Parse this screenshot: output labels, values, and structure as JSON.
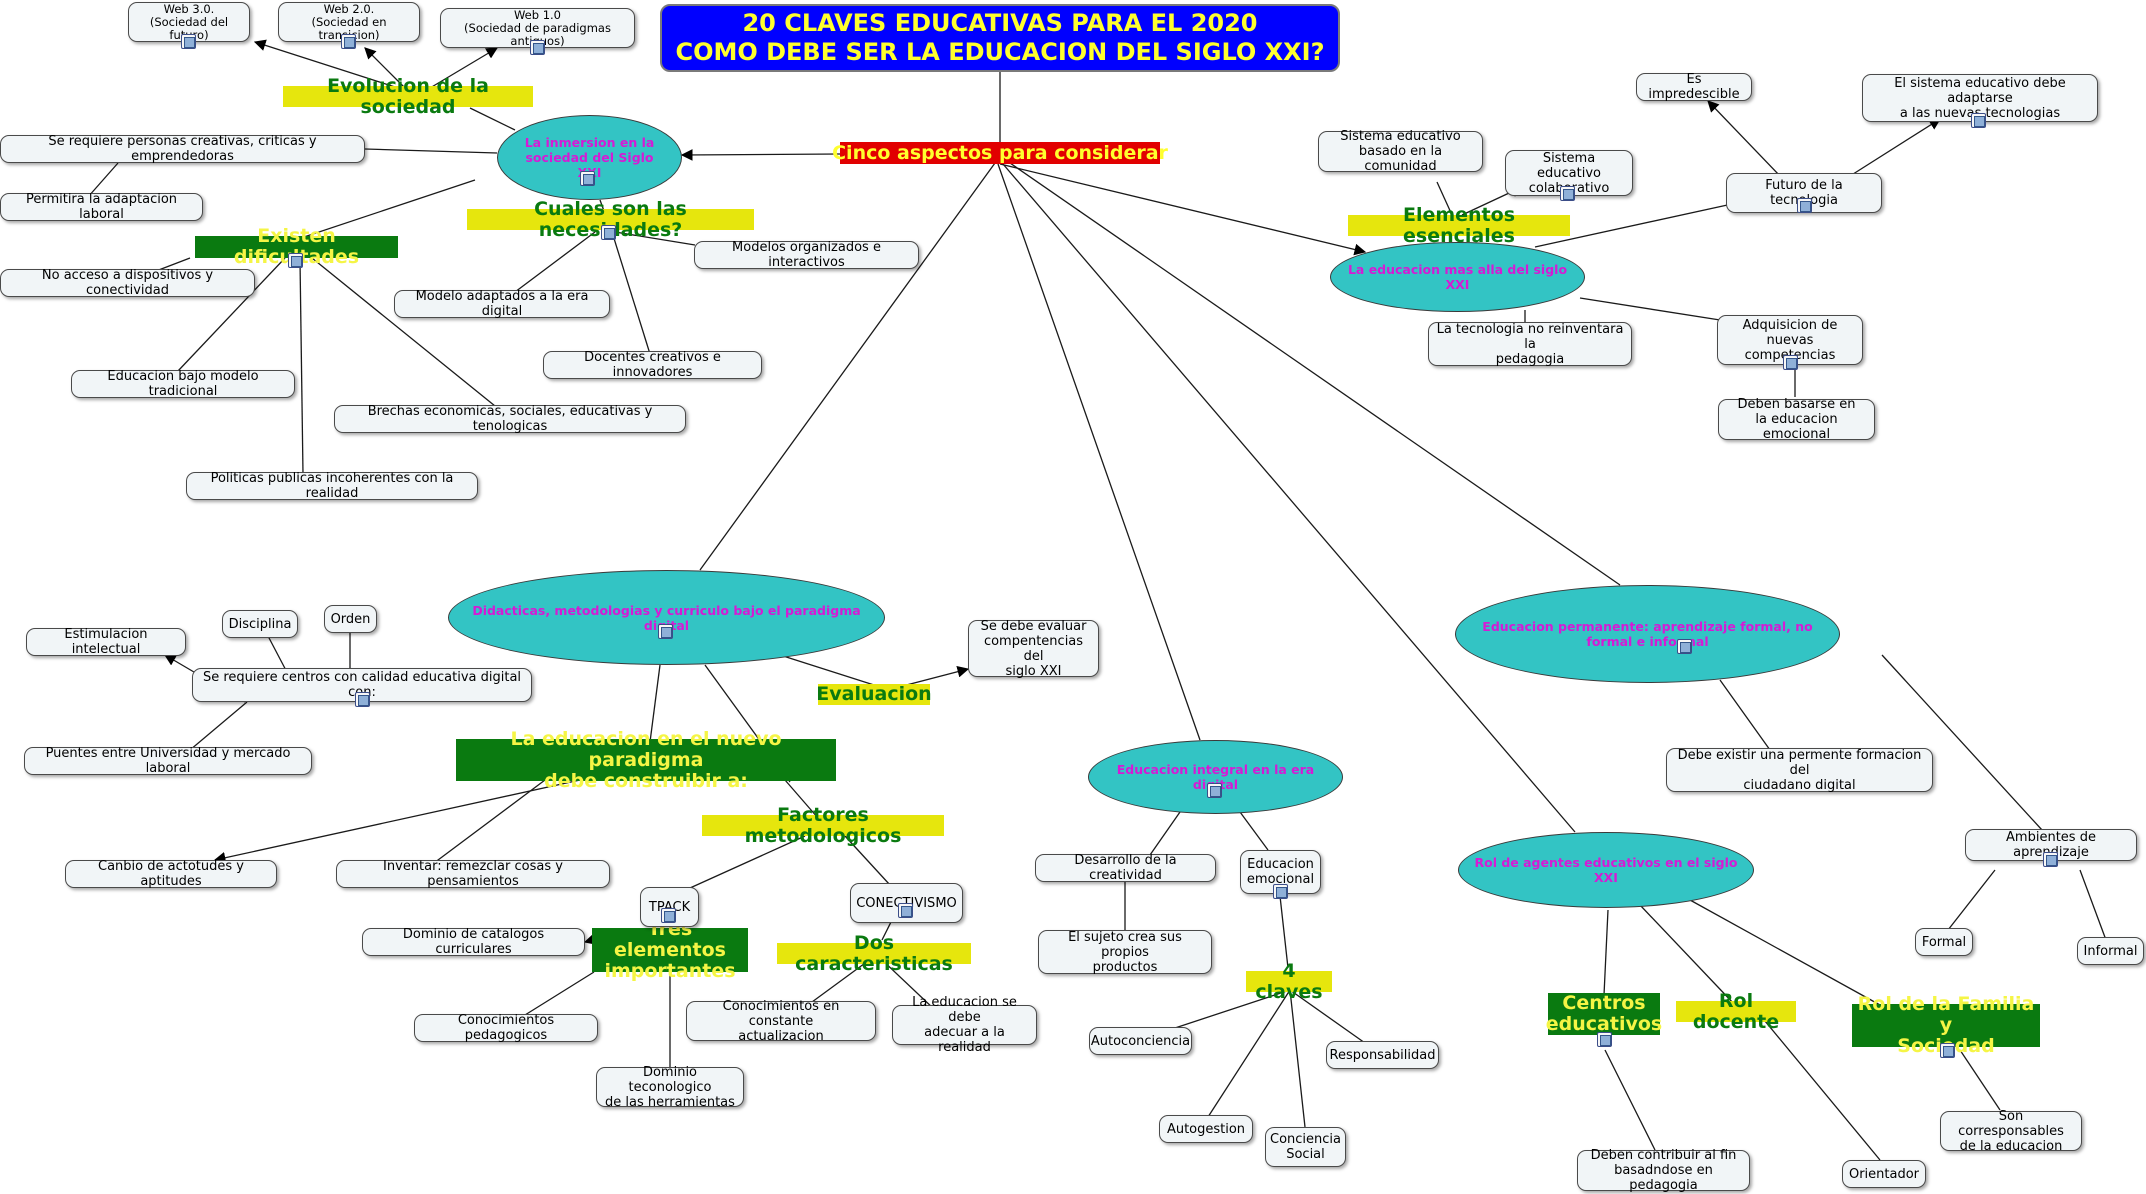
{
  "title": {
    "line1": "20 CLAVES EDUCATIVAS PARA EL 2020",
    "line2": "COMO DEBE SER LA EDUCACION DEL SIGLO XXI?"
  },
  "hub": "Cinco aspectos para considerar",
  "ellipses": {
    "inmersion": "La inmersion en la\nsociedad del Siglo XXI",
    "mas_alla": "La educacion mas alla del siglo XXI",
    "didacticas": "Didacticas, metodologias y curriculo bajo el paradigma digital",
    "permanente": "Educacion permanente: aprendizaje formal, no formal e informal",
    "integral": "Educacion integral en la era digital",
    "agentes": "Rol de agentes educativos en el siglo XXI"
  },
  "labels": {
    "evolucion": "Evolucion de la sociedad",
    "necesidades": "Cuales son las necesidades?",
    "dificultades": "Existen dificultades",
    "esenciales": "Elementos esenciales",
    "evaluacion": "Evaluacion",
    "nuevo_paradigma": "La educacion en el nuevo paradigma\ndebe construibir a:",
    "factores": "Factores metodologicos",
    "tres_elementos": "Tres elementos\nimportantes",
    "dos_caracteristicas": "Dos caracteristicas",
    "cuatro_claves": "4 claves",
    "centros": "Centros\neducativos",
    "rol_docente": "Rol docente",
    "rol_familia": "Rol de la Familia y\nSociedad"
  },
  "boxes": {
    "web3": "Web 3.0.\n(Sociedad del futuro)",
    "web2": "Web 2.0.\n(Sociedad en transicion)",
    "web1": "Web 1.0\n(Sociedad de paradigmas antiguos)",
    "creativas": "Se requiere personas creativas, criticas y emprendedoras",
    "adaptacion": "Permitira la adaptacion laboral",
    "no_acceso": "No acceso a dispositivos y conectividad",
    "modelos_org": "Modelos organizados e interactivos",
    "modelo_adaptados": "Modelo adaptados a la era digital",
    "docentes_creativos": "Docentes creativos e innovadores",
    "tradicional": "Educacion bajo modelo tradicional",
    "brechas": "Brechas economicas, sociales, educativas y tenologicas",
    "politicas": "Politicas publicas incoherentes con la realidad",
    "sist_comunidad": "Sistema educativo\nbasado en la comunidad",
    "sist_colab": "Sistema educativo\ncolaborativo",
    "impredecible": "Es impredescible",
    "adaptarse": "El sistema educativo debe adaptarse\na las nuevas tecnologias",
    "futuro_tec": "Futuro de la tecnologia",
    "no_reinventara": "La tecnologia no reinventara la\npedagogia",
    "adquisicion": "Adquisicion de\nnuevas competencias",
    "basarse": "Deben basarse en\nla educacion emocional",
    "disciplina": "Disciplina",
    "orden": "Orden",
    "estimulacion": "Estimulacion intelectual",
    "centros_calidad": "Se requiere centros con calidad educativa digital con:",
    "puentes": "Puentes entre Universidad y mercado laboral",
    "evaluar": "Se debe evaluar\ncompentencias del\nsiglo XXI",
    "actitudes": "Canbio de actotudes y aptitudes",
    "inventar": "Inventar: remezclar cosas y pensamientos",
    "tpack": "TPACK",
    "conectivismo": "CONECTIVISMO",
    "catalogos": "Dominio de catalogos curriculares",
    "pedagogicos": "Conocimientos pedagogicos",
    "tecnologico": "Dominio teconologico\nde las herramientas",
    "constante": "Conocimientos en constante\nactualizacion",
    "adecuar": "La educacion se debe\nadecuar a la realidad",
    "creatividad": "Desarrollo de la creatividad",
    "emocional": "Educacion\nemocional",
    "productos": "El sujeto crea sus propios\nproductos",
    "autoconciencia": "Autoconciencia",
    "autogestion": "Autogestion",
    "conciencia_social": "Conciencia\nSocial",
    "responsabilidad": "Responsabilidad",
    "formacion": "Debe existir una permente formacion del\nciudadano digital",
    "ambientes": "Ambientes de aprendizaje",
    "formal": "Formal",
    "informal": "Informal",
    "contribuir": "Deben contribuir al fin\nbasadndose en pedagogia",
    "orientador": "Orientador",
    "responsables": "Son corresponsables\nde la educacion"
  }
}
